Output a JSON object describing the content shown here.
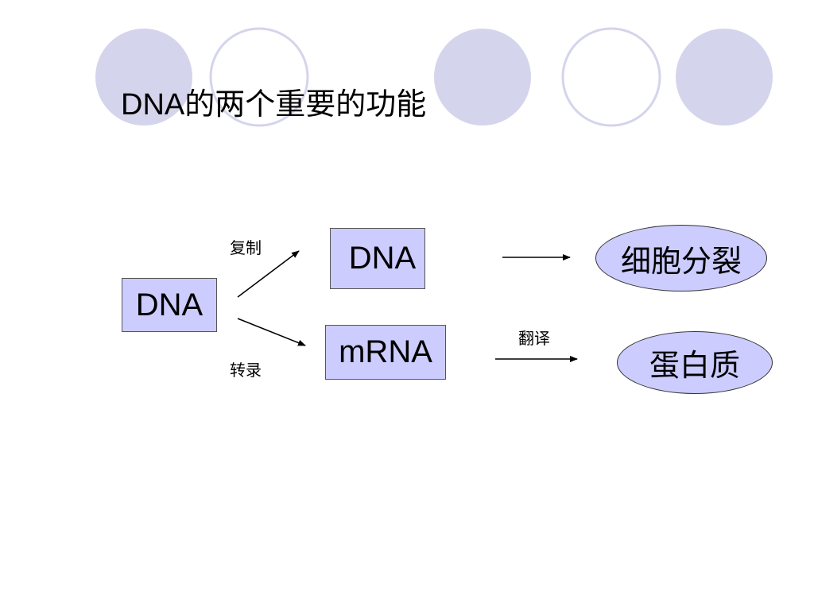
{
  "title": {
    "main": "DNA",
    "rest": "的两个重要的功能"
  },
  "nodes": {
    "dna_source": "DNA",
    "dna_copy": "DNA",
    "mrna": "mRNA",
    "cell_division": "细胞分裂",
    "protein": "蛋白质"
  },
  "edge_labels": {
    "replication": "复制",
    "transcription": "转录",
    "translation": "翻译"
  },
  "colors": {
    "box_fill": "#ccccff",
    "deco_circle_fill": "#d4d4ec",
    "deco_circle_outline": "#c8c8e4"
  }
}
